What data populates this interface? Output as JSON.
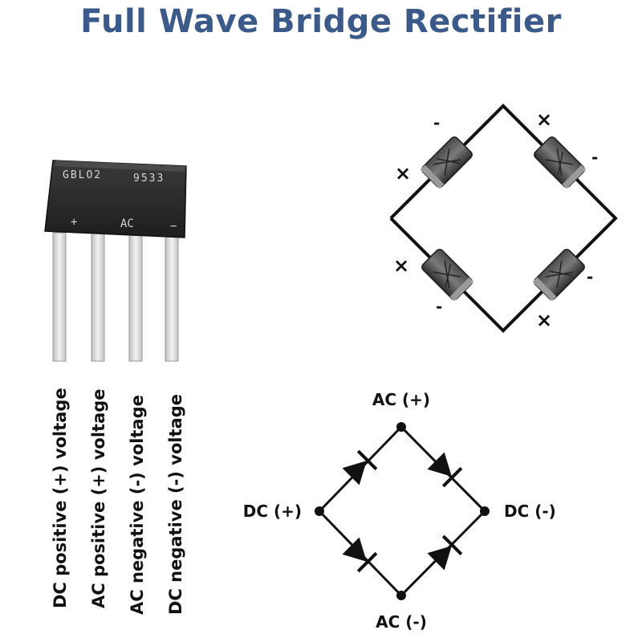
{
  "title": "Full Wave Bridge Rectifier",
  "component": {
    "part_number": "GBLO2",
    "date_code": "9533",
    "markings": {
      "plus": "+",
      "ac": "AC",
      "minus": "−"
    }
  },
  "pins": [
    {
      "label": "DC positive (+) voltage"
    },
    {
      "label": "AC positive (+) voltage"
    },
    {
      "label": "AC negative (-) voltage"
    },
    {
      "label": "DC negative (-) voltage"
    }
  ],
  "photo_bridge": {
    "marks": {
      "plus": "×",
      "minus": "-"
    }
  },
  "schematic": {
    "nodes": {
      "top": "AC (+)",
      "left": "DC (+)",
      "right": "DC (-)",
      "bottom": "AC (-)"
    }
  },
  "colors": {
    "title": "#3b5a8a",
    "component_body": "#2b2b2b",
    "leads": "#dcdcdc",
    "wire": "#111111"
  }
}
